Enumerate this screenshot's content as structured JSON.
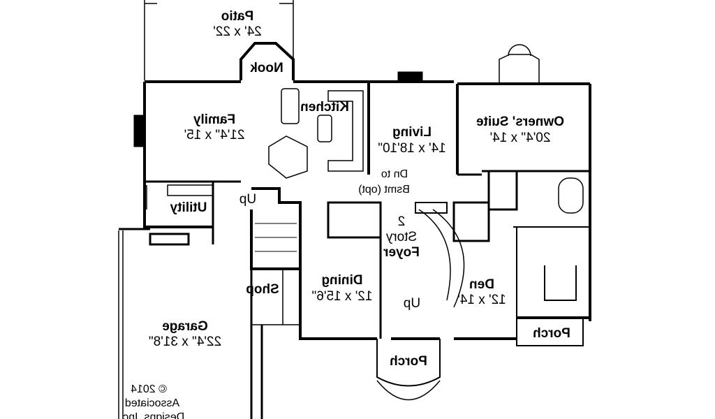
{
  "rooms": {
    "patio": {
      "name": "Patio",
      "size": "24' x 22'"
    },
    "nook": {
      "name": "Nook"
    },
    "kitchen": {
      "name": "Kitchen"
    },
    "family": {
      "name": "Family",
      "size": "21'4\" x 15'"
    },
    "living": {
      "name": "Living",
      "size": "14' x 18'10\""
    },
    "owners_suite": {
      "name": "Owners' Suite",
      "size": "20'4\" x 14'"
    },
    "utility": {
      "name": "Utility"
    },
    "foyer": {
      "line1": "2",
      "line2": "Story",
      "line3": "Foyer"
    },
    "dining": {
      "name": "Dining",
      "size": "12' x 15'6\""
    },
    "shop": {
      "name": "Shop"
    },
    "den": {
      "name": "Den",
      "size": "12' x 14'"
    },
    "garage": {
      "name": "Garage",
      "size": "22'4\" x 31'8\""
    },
    "porch_front": {
      "name": "Porch"
    },
    "porch_side": {
      "name": "Porch"
    }
  },
  "notes": {
    "basement_line1": "Dn to",
    "basement_line2": "Bsmt (opt)",
    "stair_up_1": "Up",
    "stair_up_2": "Up"
  },
  "copyright": {
    "line1": "© 2014",
    "line2": "Associated",
    "line3": "Designs, Inc."
  }
}
